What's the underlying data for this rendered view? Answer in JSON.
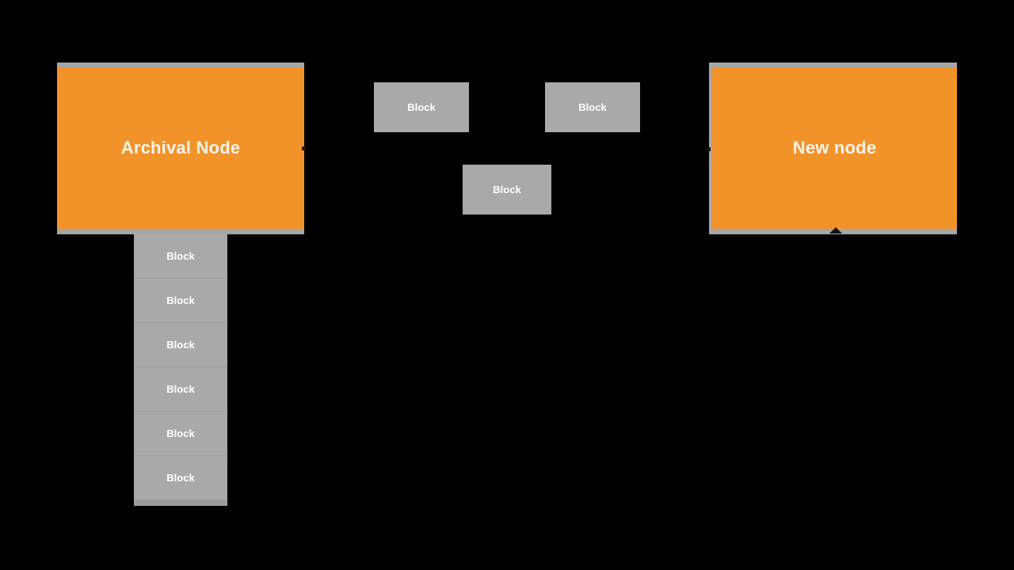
{
  "diagram": {
    "background": "#000000",
    "colors": {
      "node_fill": "#F2932A",
      "node_border": "#A6A6A6",
      "block_fill": "#A9A9A9",
      "stack_background": "#9C9C9C",
      "heading_text": "#F8F4EB",
      "block_text": "#FFFFFF"
    },
    "archival_node": {
      "label": "Archival Node"
    },
    "new_node": {
      "label": "New node"
    },
    "mid_blocks": [
      {
        "label": "Block"
      },
      {
        "label": "Block"
      },
      {
        "label": "Block"
      }
    ],
    "stack_blocks": [
      {
        "label": "Block"
      },
      {
        "label": "Block"
      },
      {
        "label": "Block"
      },
      {
        "label": "Block"
      },
      {
        "label": "Block"
      },
      {
        "label": "Block"
      }
    ],
    "connectors": {
      "archival_right_endpoint": "dot",
      "new_node_left_endpoint": "dot",
      "new_node_bottom_arrow": "arrowhead-up"
    }
  }
}
